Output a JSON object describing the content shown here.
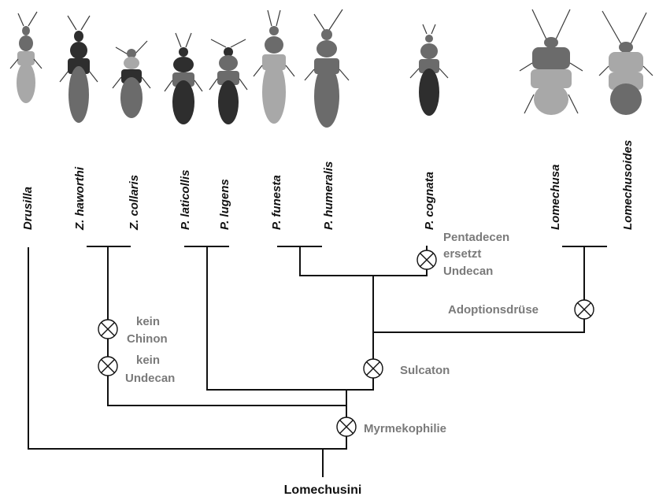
{
  "taxa": [
    {
      "name": "Drusilla"
    },
    {
      "name": "Z. haworthi"
    },
    {
      "name": "Z. collaris"
    },
    {
      "name": "P. laticollis"
    },
    {
      "name": "P. lugens"
    },
    {
      "name": "P. funesta"
    },
    {
      "name": "P. humeralis"
    },
    {
      "name": "P. cognata"
    },
    {
      "name": "Lomechusa"
    },
    {
      "name": "Lomechusoides"
    }
  ],
  "traits": {
    "pentadecen_line1": "Pentadecen",
    "pentadecen_line2": "ersetzt",
    "pentadecen_line3": "Undecan",
    "adoption": "Adoptionsdrüse",
    "kein_chinon_line1": "kein",
    "kein_chinon_line2": "Chinon",
    "kein_undecan_line1": "kein",
    "kein_undecan_line2": "Undecan",
    "sulcaton": "Sulcaton",
    "myrmekophilie": "Myrmekophilie"
  },
  "root_label": "Lomechusini"
}
